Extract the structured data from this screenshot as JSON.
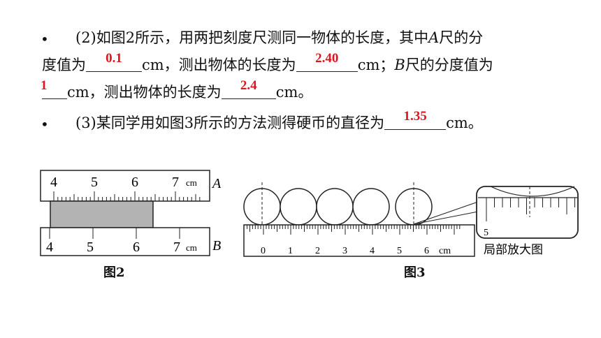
{
  "q2": {
    "bullet": "•",
    "text_a": "(2)如图2所示，用两把刻度尺测同一物体的长度，其中",
    "a_label": "A",
    "text_b": "尺的分",
    "text_c": "度值为",
    "ans1": "0.1",
    "text_d": "cm，测出物体的长度为",
    "ans2": "2.40",
    "text_e": "cm；",
    "b_label": "B",
    "text_f": "尺的分度值为",
    "ans3": "1",
    "text_g": "cm，测出物体的长度为",
    "ans4": "2.4",
    "text_h": "cm。"
  },
  "q3": {
    "bullet": "•",
    "text_a": "(3)某同学用如图3所示的方法测得硬币的直径为",
    "ans": "1.35",
    "text_b": "cm。"
  },
  "fig2": {
    "caption": "图2",
    "ruler_a_label": "A",
    "ruler_b_label": "B",
    "ticks": [
      "4",
      "5",
      "6",
      "7"
    ],
    "unit": "cm"
  },
  "fig3": {
    "caption": "图3",
    "ticks": [
      "0",
      "1",
      "2",
      "3",
      "4",
      "5",
      "6"
    ],
    "unit": "cm",
    "zoom_tick": "5",
    "zoom_label": "局部放大图"
  }
}
